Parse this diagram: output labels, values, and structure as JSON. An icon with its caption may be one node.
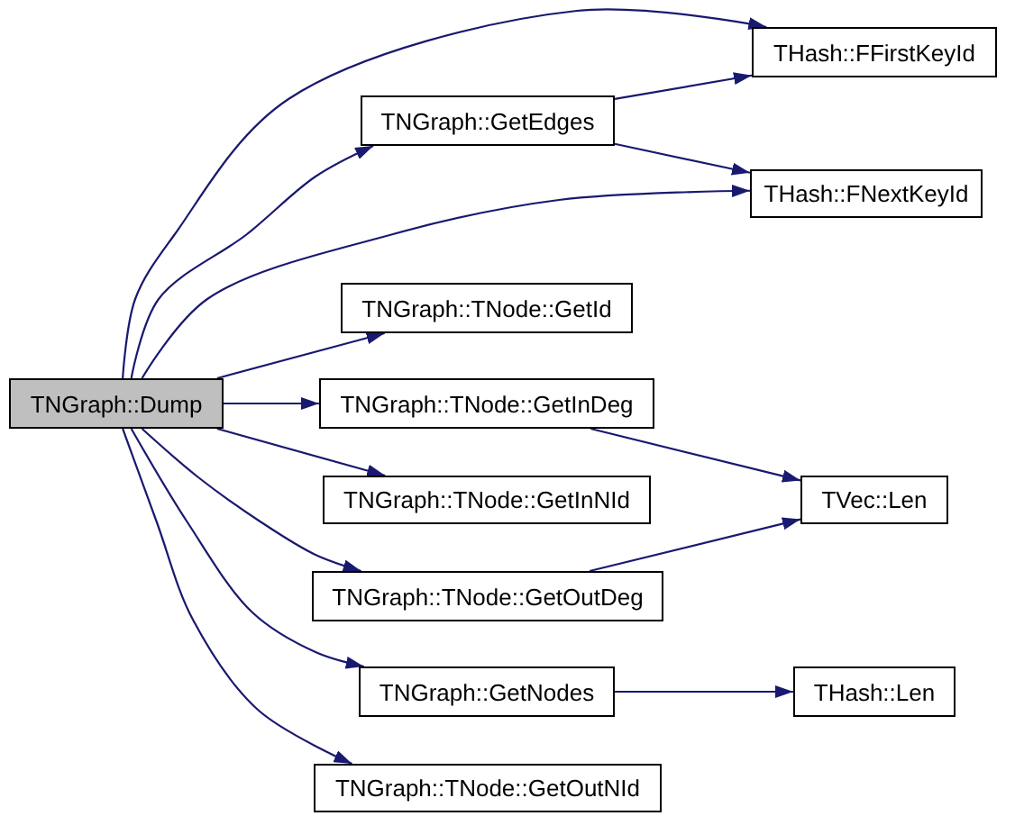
{
  "diagram": {
    "nodes": [
      {
        "text": [
          "TNGraph::Dump"
        ]
      },
      {
        "text": [
          "TNGraph::GetEdges"
        ]
      },
      {
        "text": [
          "TNGraph::TNode::GetId"
        ]
      },
      {
        "text": [
          "TNGraph::TNode::GetInDeg"
        ]
      },
      {
        "text": [
          "TNGraph::TNode::GetInNId"
        ]
      },
      {
        "text": [
          "TNGraph::TNode::GetOutDeg"
        ]
      },
      {
        "text": [
          "TNGraph::GetNodes"
        ]
      },
      {
        "text": [
          "TNGraph::TNode::GetOutNId"
        ]
      },
      {
        "text": [
          "THash::FFirstKeyId"
        ]
      },
      {
        "text": [
          "THash::FNextKeyId"
        ]
      },
      {
        "text": [
          "TVec::Len"
        ]
      },
      {
        "text": [
          "THash::Len"
        ]
      }
    ],
    "edges": [
      {
        "from": 0,
        "to": 8,
        "arrow": "to"
      },
      {
        "from": 0,
        "to": 1,
        "arrow": "to"
      },
      {
        "from": 0,
        "to": 9,
        "arrow": "to"
      },
      {
        "from": 0,
        "to": 2,
        "arrow": "to"
      },
      {
        "from": 0,
        "to": 3,
        "arrow": "to"
      },
      {
        "from": 0,
        "to": 4,
        "arrow": "to"
      },
      {
        "from": 0,
        "to": 5,
        "arrow": "to"
      },
      {
        "from": 0,
        "to": 6,
        "arrow": "to"
      },
      {
        "from": 0,
        "to": 7,
        "arrow": "to"
      },
      {
        "from": 1,
        "to": 8,
        "arrow": "to"
      },
      {
        "from": 1,
        "to": 9,
        "arrow": "to"
      },
      {
        "from": 3,
        "to": 10,
        "arrow": "to"
      },
      {
        "from": 5,
        "to": 10,
        "arrow": "to"
      },
      {
        "from": 6,
        "to": 11,
        "arrow": "to"
      }
    ]
  }
}
